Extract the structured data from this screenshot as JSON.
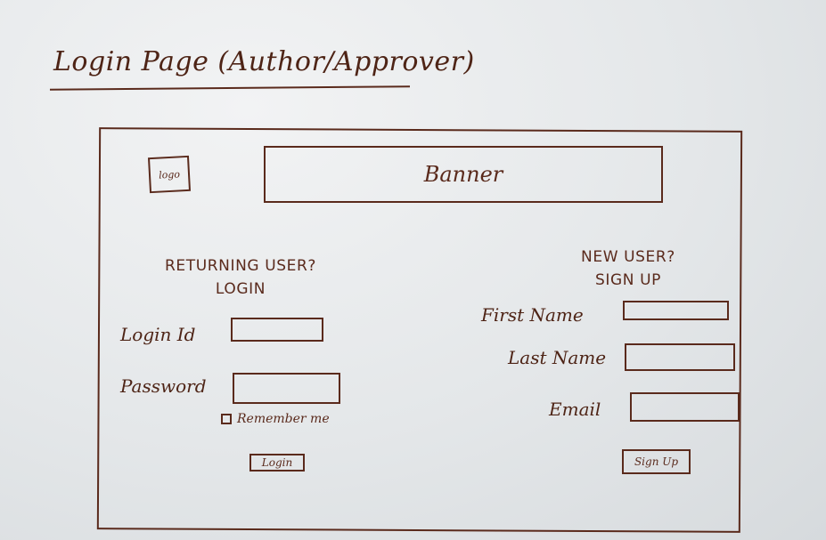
{
  "page_title": "Login Page (Author/Approver)",
  "header": {
    "logo_text": "logo",
    "banner_text": "Banner"
  },
  "login": {
    "heading_line1": "RETURNING USER?",
    "heading_line2": "LOGIN",
    "login_id_label": "Login Id",
    "login_id_value": "",
    "password_label": "Password",
    "password_value": "",
    "remember_label": "Remember me",
    "remember_checked": false,
    "button_label": "Login"
  },
  "signup": {
    "heading_line1": "NEW USER?",
    "heading_line2": "SIGN UP",
    "first_name_label": "First Name",
    "first_name_value": "",
    "last_name_label": "Last Name",
    "last_name_value": "",
    "email_label": "Email",
    "email_value": "",
    "button_label": "Sign Up"
  },
  "colors": {
    "ink": "#5a2a1c",
    "board": "#e4e7e9"
  }
}
